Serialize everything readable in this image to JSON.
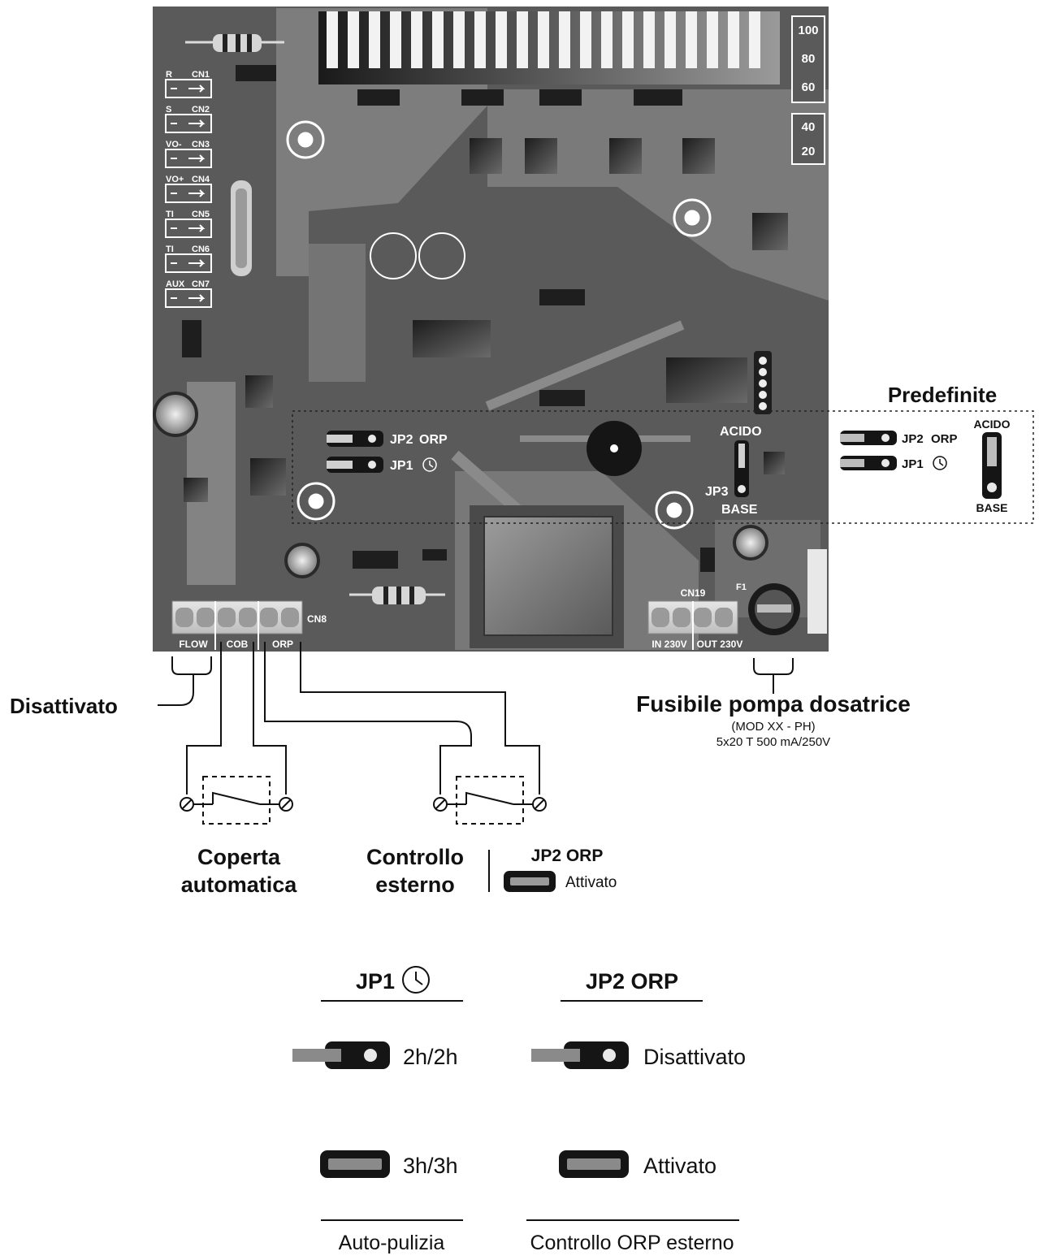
{
  "scale_box": {
    "top": [
      "100",
      "80",
      "60"
    ],
    "bottom": [
      "40",
      "20"
    ]
  },
  "connectors": [
    {
      "id": "CN1",
      "letter": "R"
    },
    {
      "id": "CN2",
      "letter": "S"
    },
    {
      "id": "CN3",
      "letter": "VO-"
    },
    {
      "id": "CN4",
      "letter": "VO+"
    },
    {
      "id": "CN5",
      "letter": "TI"
    },
    {
      "id": "CN6",
      "letter": "TI"
    },
    {
      "id": "CN7",
      "letter": "AUX"
    }
  ],
  "board_labels": {
    "jp2": "JP2",
    "orp": "ORP",
    "jp1": "JP1",
    "jp3": "JP3",
    "acido": "ACIDO",
    "base": "BASE",
    "cn8": "CN8",
    "flow": "FLOW",
    "cob": "COB",
    "orp_terminal": "ORP",
    "cn19": "CN19",
    "in230": "IN 230V",
    "out230": "OUT 230V",
    "f1": "F1"
  },
  "defaults": {
    "title": "Predefinite",
    "jp2_label": "JP2",
    "orp_label": "ORP",
    "jp1_label": "JP1",
    "acido": "ACIDO",
    "base": "BASE"
  },
  "annotations": {
    "disattivato": "Disattivato",
    "fuse_title": "Fusibile pompa dosatrice",
    "fuse_model": "(MOD XX - PH)",
    "fuse_spec": "5x20 T 500 mA/250V",
    "coperta_line1": "Coperta",
    "coperta_line2": "automatica",
    "controllo_line1": "Controllo",
    "controllo_line2": "esterno",
    "jp2_orp_small": "JP2 ORP",
    "attivato_small": "Attivato"
  },
  "legend": {
    "jp1_title": "JP1",
    "jp2_title": "JP2 ORP",
    "jp1_open": "2h/2h",
    "jp1_closed": "3h/3h",
    "jp2_open": "Disattivato",
    "jp2_closed": "Attivato",
    "jp1_footer": "Auto-pulizia",
    "jp2_footer": "Controllo ORP esterno"
  }
}
